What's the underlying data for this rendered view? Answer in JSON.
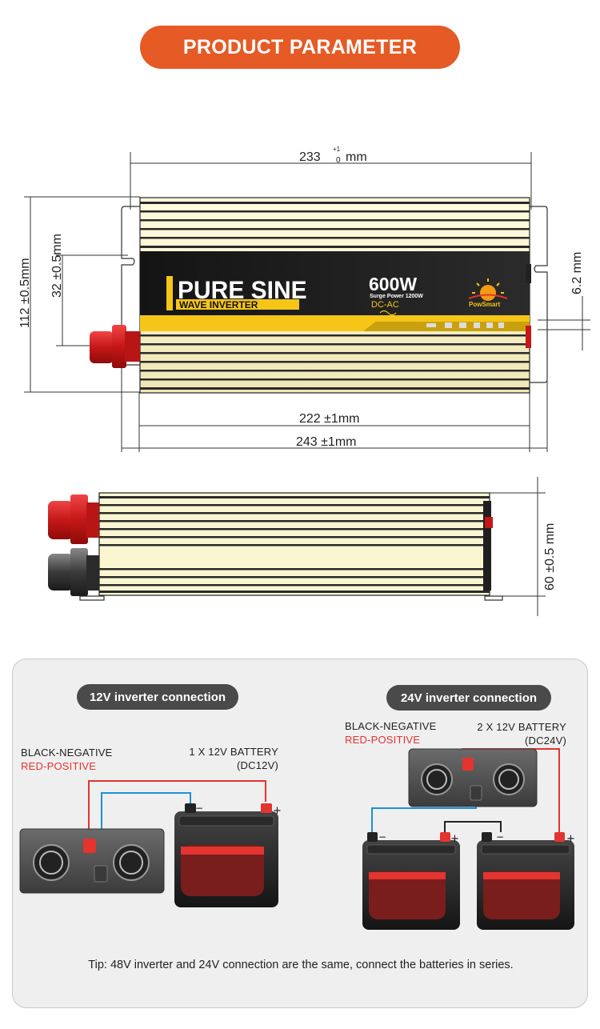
{
  "header": {
    "title": "PRODUCT PARAMETER"
  },
  "dimensions": {
    "top_width": "233",
    "top_width_tol_upper": "+1",
    "top_width_tol_lower": "0",
    "top_width_unit": "mm",
    "inner_length": "222 ±1mm",
    "overall_length": "243 ±1mm",
    "height_overall": "112 ±0.5mm",
    "terminal_height": "32 ±0.5mm",
    "flange_thickness": "6.2 mm",
    "side_height": "60 ±0.5 mm"
  },
  "product_label": {
    "brand_line1": "PURE SINE",
    "brand_line2": "WAVE INVERTER",
    "power": "600W",
    "surge": "Surge Power 1200W",
    "mode": "DC-AC",
    "logo_text": "PowSmart"
  },
  "connections": {
    "v12": {
      "title": "12V inverter connection",
      "neg_label": "BLACK-NEGATIVE",
      "pos_label": "RED-POSITIVE",
      "battery_label_1": "1 X 12V BATTERY",
      "battery_label_2": "(DC12V)"
    },
    "v24": {
      "title": "24V inverter connection",
      "neg_label": "BLACK-NEGATIVE",
      "pos_label": "RED-POSITIVE",
      "battery_label_1": "2 X 12V BATTERY",
      "battery_label_2": "(DC24V)"
    },
    "tip": "Tip: 48V inverter and 24V connection are the same, connect the batteries in series.",
    "minus_sign": "−",
    "plus_sign": "+"
  },
  "colors": {
    "accent": "#e55a25",
    "pill_dark": "#4a4a4a",
    "positive_red": "#e3342f",
    "negative_blue": "#1e90d6",
    "fin_cream": "#fbf6d2",
    "label_yellow": "#f5c518"
  }
}
